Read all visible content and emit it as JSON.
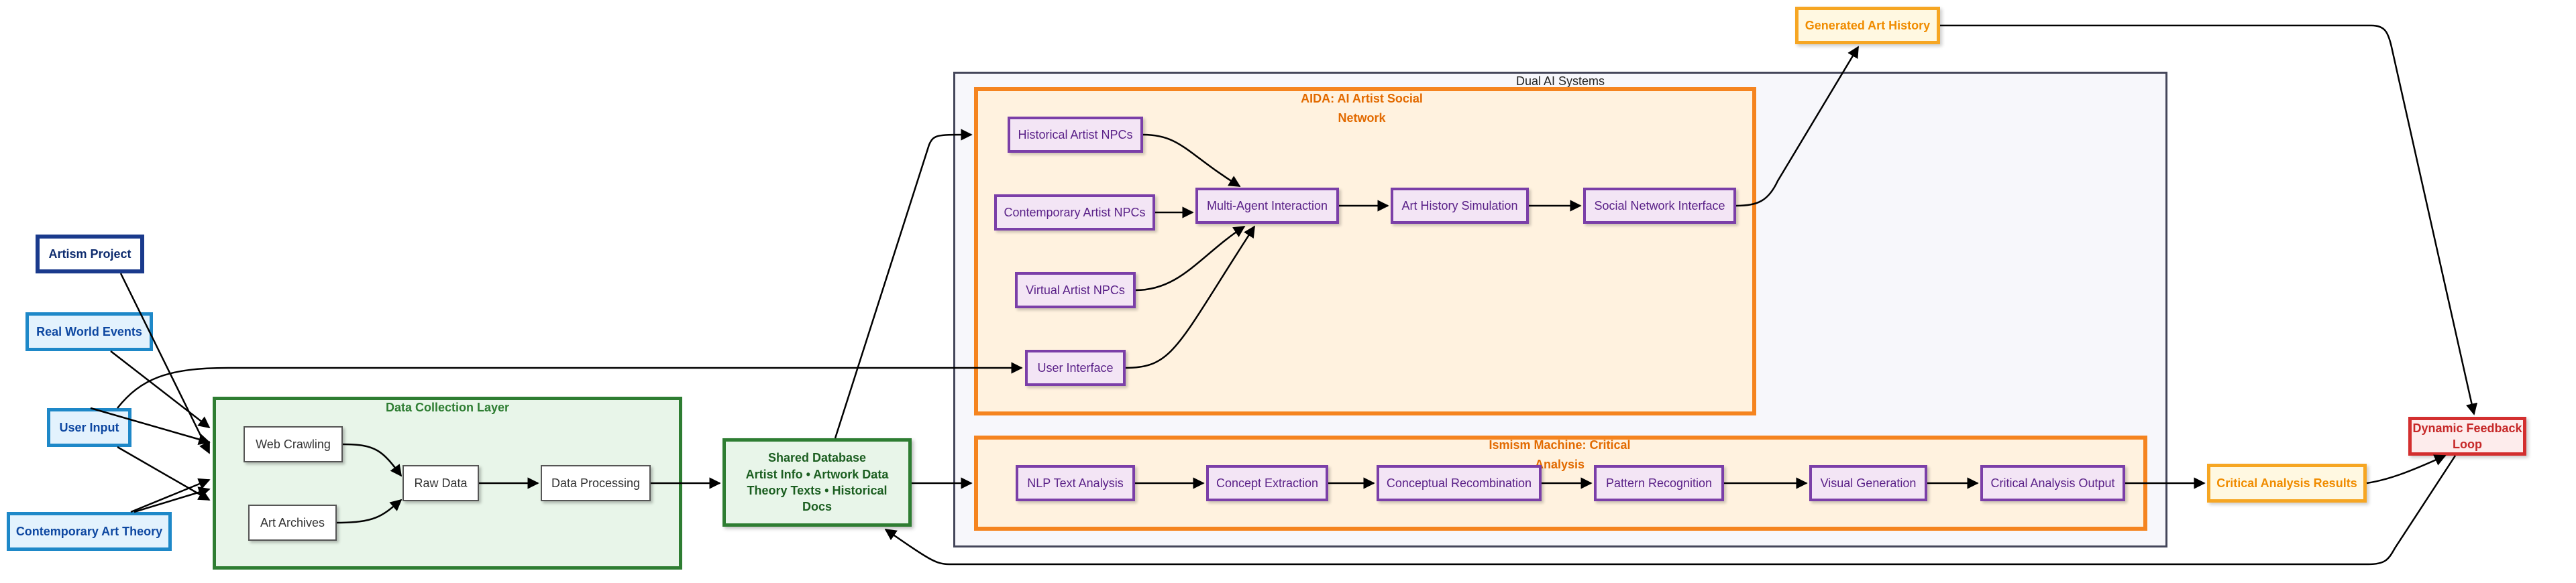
{
  "diagram": {
    "clusters": {
      "data_collection": "Data Collection Layer",
      "dual_ai": "Dual AI Systems",
      "aida": "AIDA: AI Artist Social Network",
      "ismism": "Ismism Machine: Critical Analysis"
    },
    "inputs": {
      "artism_project": "Artism Project",
      "real_world_events": "Real World Events",
      "user_input": "User Input",
      "contemporary_art_theory": "Contemporary Art Theory"
    },
    "collection": {
      "web_crawling": "Web Crawling",
      "art_archives": "Art Archives",
      "raw_data": "Raw Data",
      "data_processing": "Data Processing"
    },
    "database": {
      "title": "Shared Database",
      "content": "Artist Info • Artwork Data Theory Texts • Historical Docs"
    },
    "aida_nodes": {
      "historical_npcs": "Historical Artist NPCs",
      "contemporary_npcs": "Contemporary Artist NPCs",
      "virtual_npcs": "Virtual Artist NPCs",
      "user_interface": "User Interface",
      "multi_agent": "Multi-Agent Interaction",
      "art_history_sim": "Art History Simulation",
      "social_network": "Social Network Interface"
    },
    "ismism_nodes": {
      "nlp": "NLP Text Analysis",
      "concept_extraction": "Concept Extraction",
      "recombination": "Conceptual Recombination",
      "pattern": "Pattern Recognition",
      "visual": "Visual Generation",
      "critical_output": "Critical Analysis Output"
    },
    "outputs": {
      "generated_history": "Generated Art History",
      "critical_results": "Critical Analysis Results",
      "feedback_loop": "Dynamic Feedback Loop"
    },
    "colors": {
      "input_border": "#1e88c8",
      "green": "#2e7d32",
      "orange": "#f5841f",
      "purple": "#7b3fa8",
      "output_orange": "#f6a623",
      "red": "#d32f2f"
    }
  }
}
